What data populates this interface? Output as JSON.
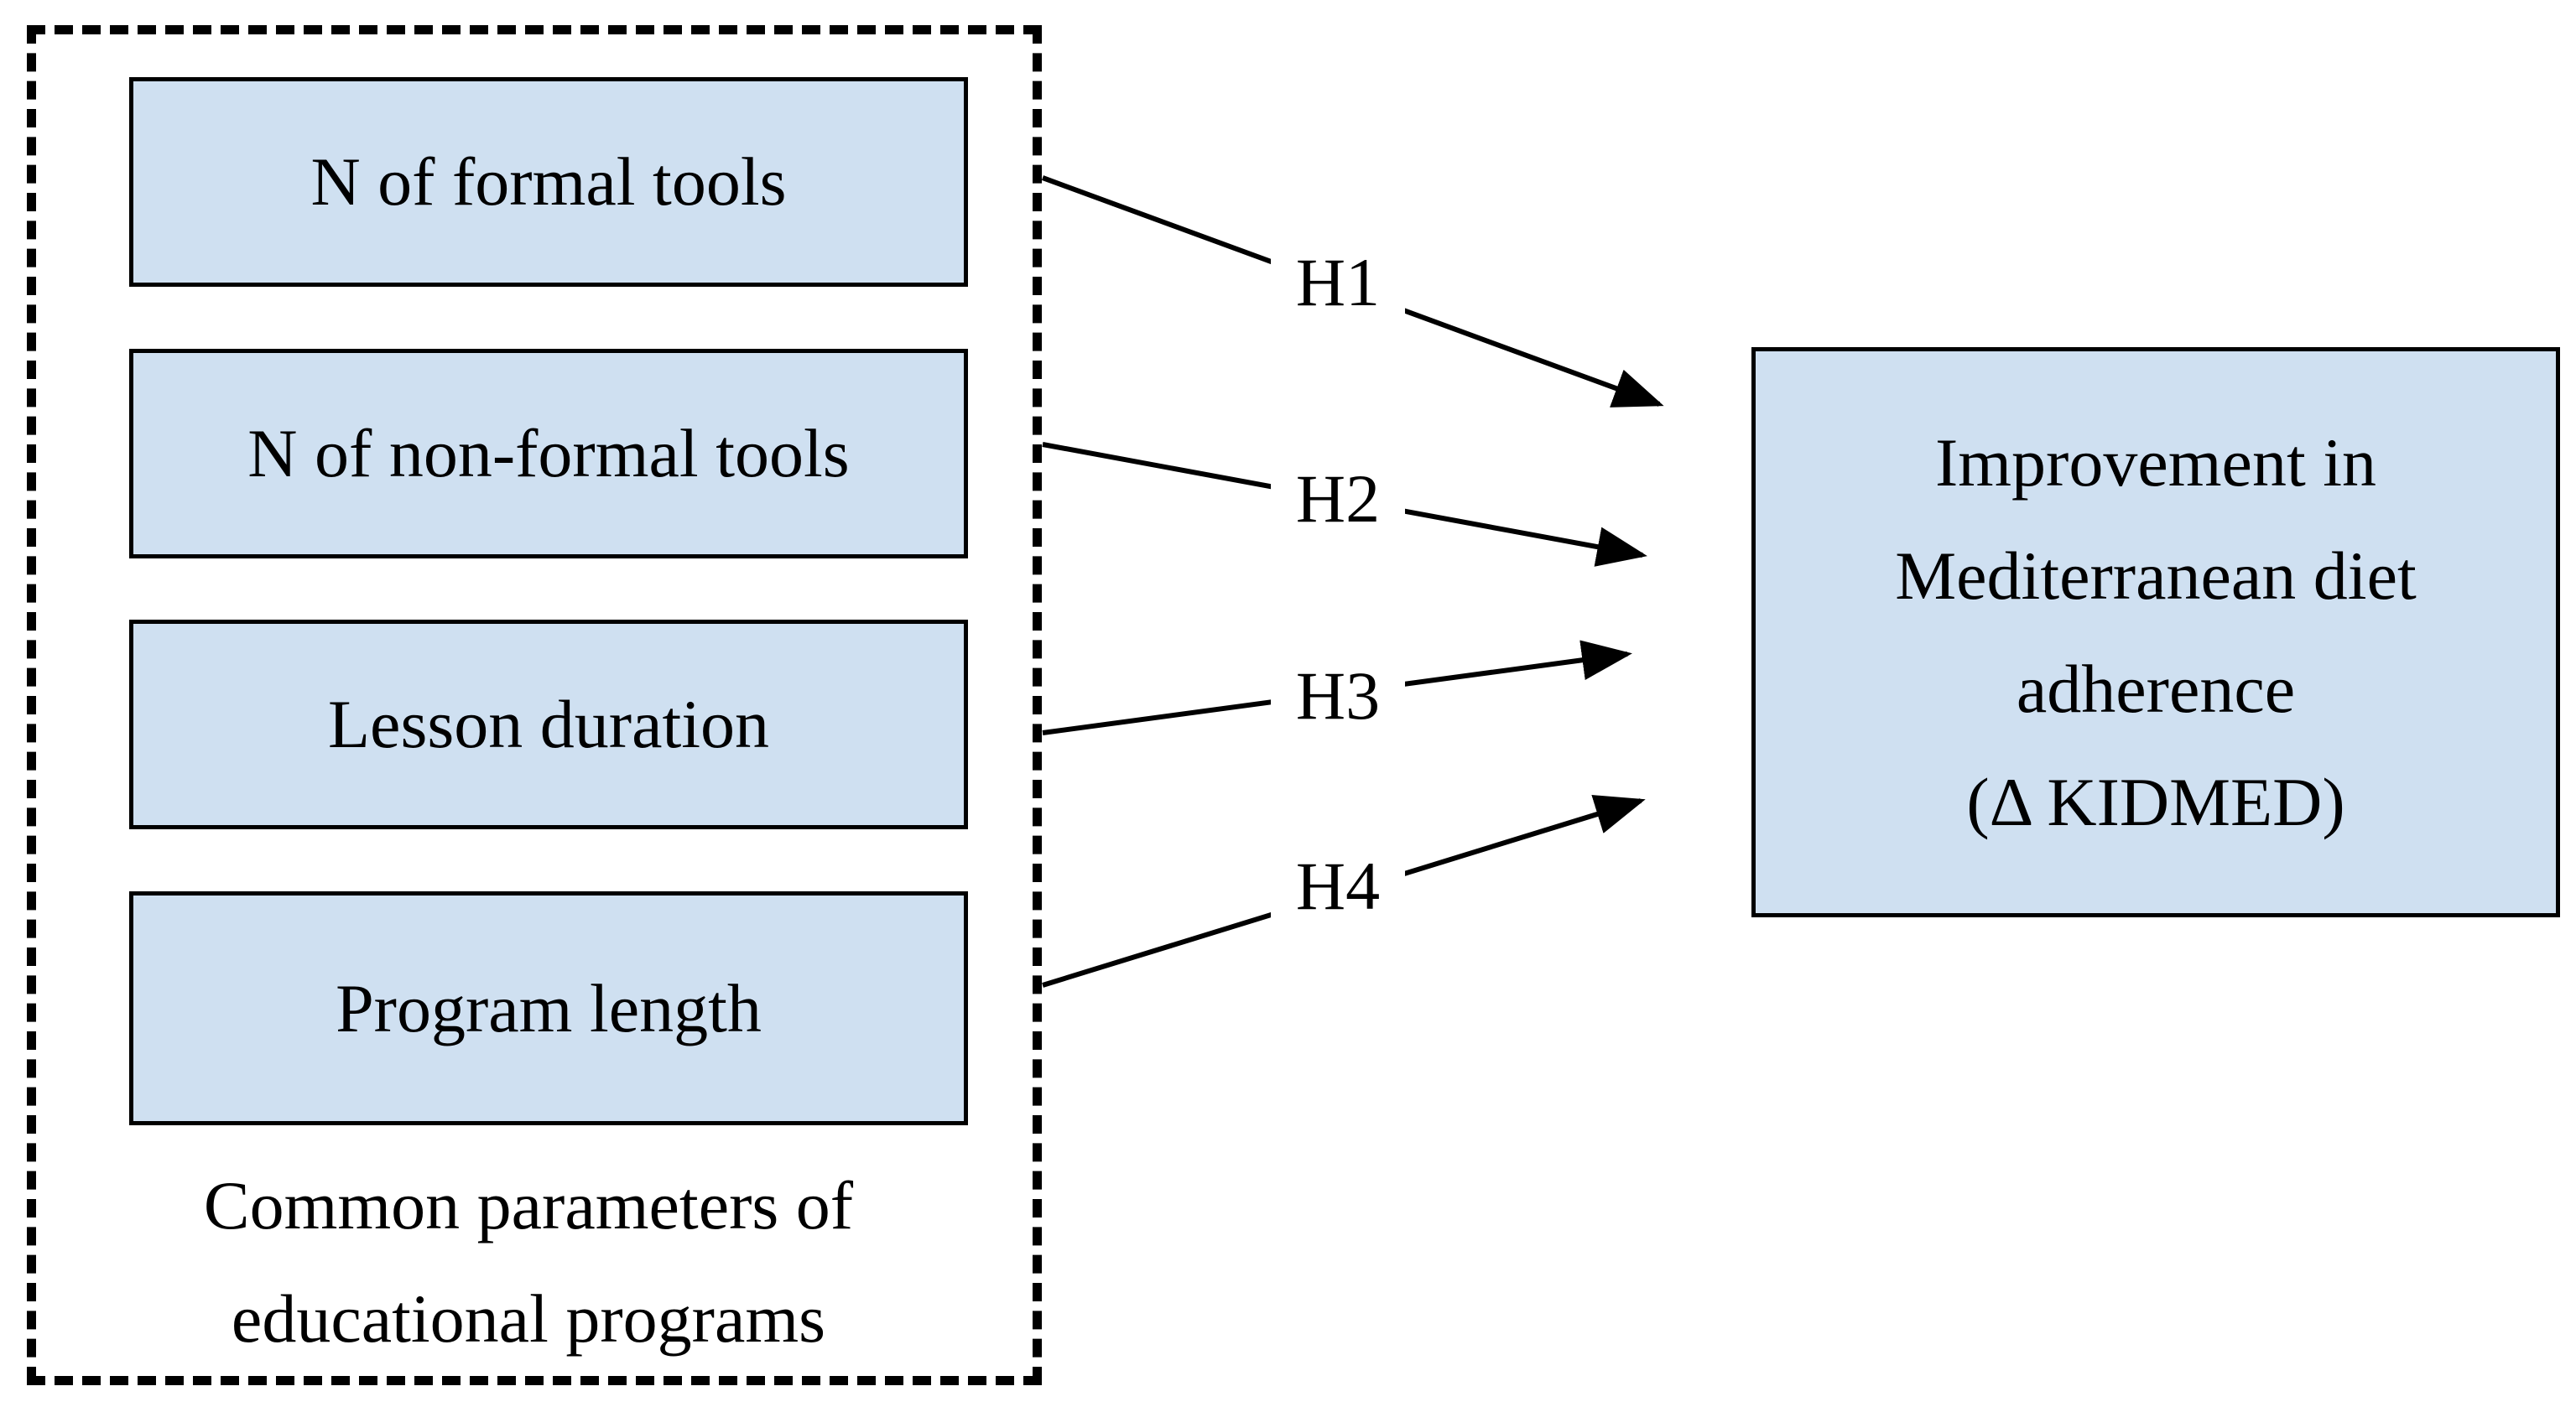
{
  "parameters": [
    {
      "label": "N of formal tools"
    },
    {
      "label": "N of non-formal tools"
    },
    {
      "label": "Lesson duration"
    },
    {
      "label": "Program length"
    }
  ],
  "group_caption": {
    "line1": "Common parameters of",
    "line2": "educational programs"
  },
  "outcome": {
    "line1": "Improvement in",
    "line2": "Mediterranean diet",
    "line3": "adherence",
    "line4": "(Δ KIDMED)"
  },
  "hypotheses": [
    {
      "label": "H1",
      "from": "N of formal tools",
      "to": "Improvement in Mediterranean diet adherence (Δ KIDMED)"
    },
    {
      "label": "H2",
      "from": "N of non-formal tools",
      "to": "Improvement in Mediterranean diet adherence (Δ KIDMED)"
    },
    {
      "label": "H3",
      "from": "Lesson duration",
      "to": "Improvement in Mediterranean diet adherence (Δ KIDMED)"
    },
    {
      "label": "H4",
      "from": "Program length",
      "to": "Improvement in Mediterranean diet adherence (Δ KIDMED)"
    }
  ],
  "colors": {
    "box_fill": "#cfe0f1",
    "stroke": "#000000"
  }
}
